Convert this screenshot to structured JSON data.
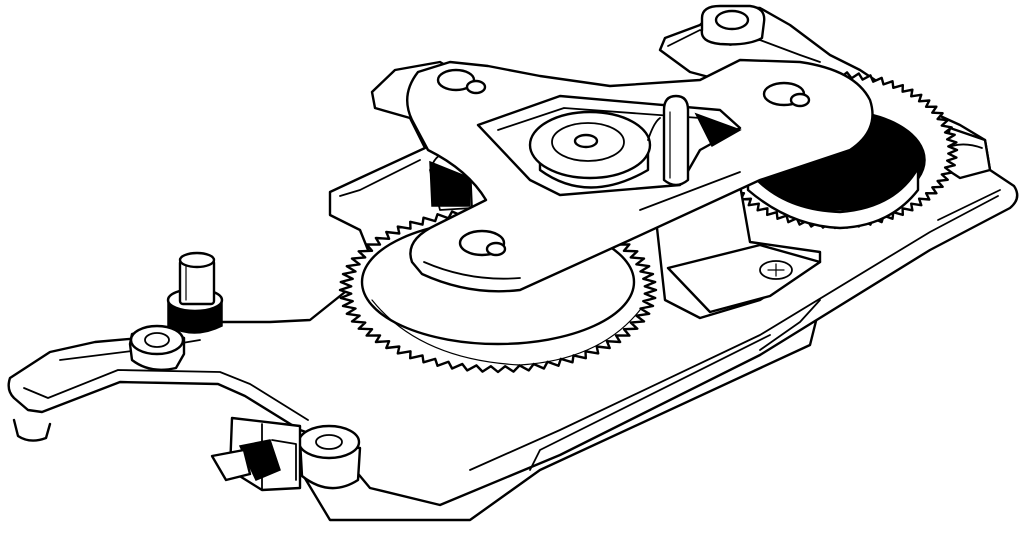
{
  "diagram": {
    "palette": {
      "line": "#000000",
      "fill": "#ffffff",
      "shade": "#d8d8d8"
    },
    "parts": [
      {
        "name": "base-plate"
      },
      {
        "name": "large-gear-left",
        "teeth": 64
      },
      {
        "name": "large-gear-right",
        "teeth": 64
      },
      {
        "name": "center-pulley"
      },
      {
        "name": "cover-plate"
      },
      {
        "name": "guide-pin"
      },
      {
        "name": "shaft-post"
      },
      {
        "name": "screw-head"
      },
      {
        "name": "connector-clip"
      }
    ]
  }
}
